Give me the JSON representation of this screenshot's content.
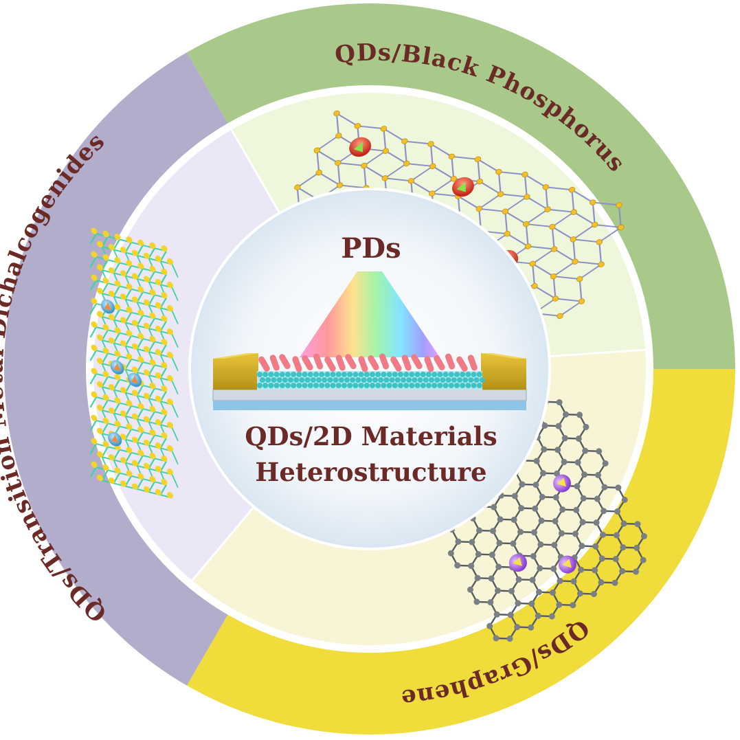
{
  "center": {
    "title": "PDs",
    "subtitle_line1": "QDs/2D Materials",
    "subtitle_line2": "Heterostructure"
  },
  "segments": [
    {
      "id": "black-phosphorus",
      "label": "QDs/Black Phosphorus",
      "ring_color": "#a8c98a",
      "fill_color": "#eef6dc"
    },
    {
      "id": "graphene",
      "label": "QDs/Graphene",
      "ring_color": "#f0dd3c",
      "fill_color": "#f8f4d6"
    },
    {
      "id": "tmd",
      "label": "QDs/Transition Metal Dichalcogenides",
      "ring_color": "#b1adca",
      "fill_color": "#ebe7f6"
    }
  ]
}
